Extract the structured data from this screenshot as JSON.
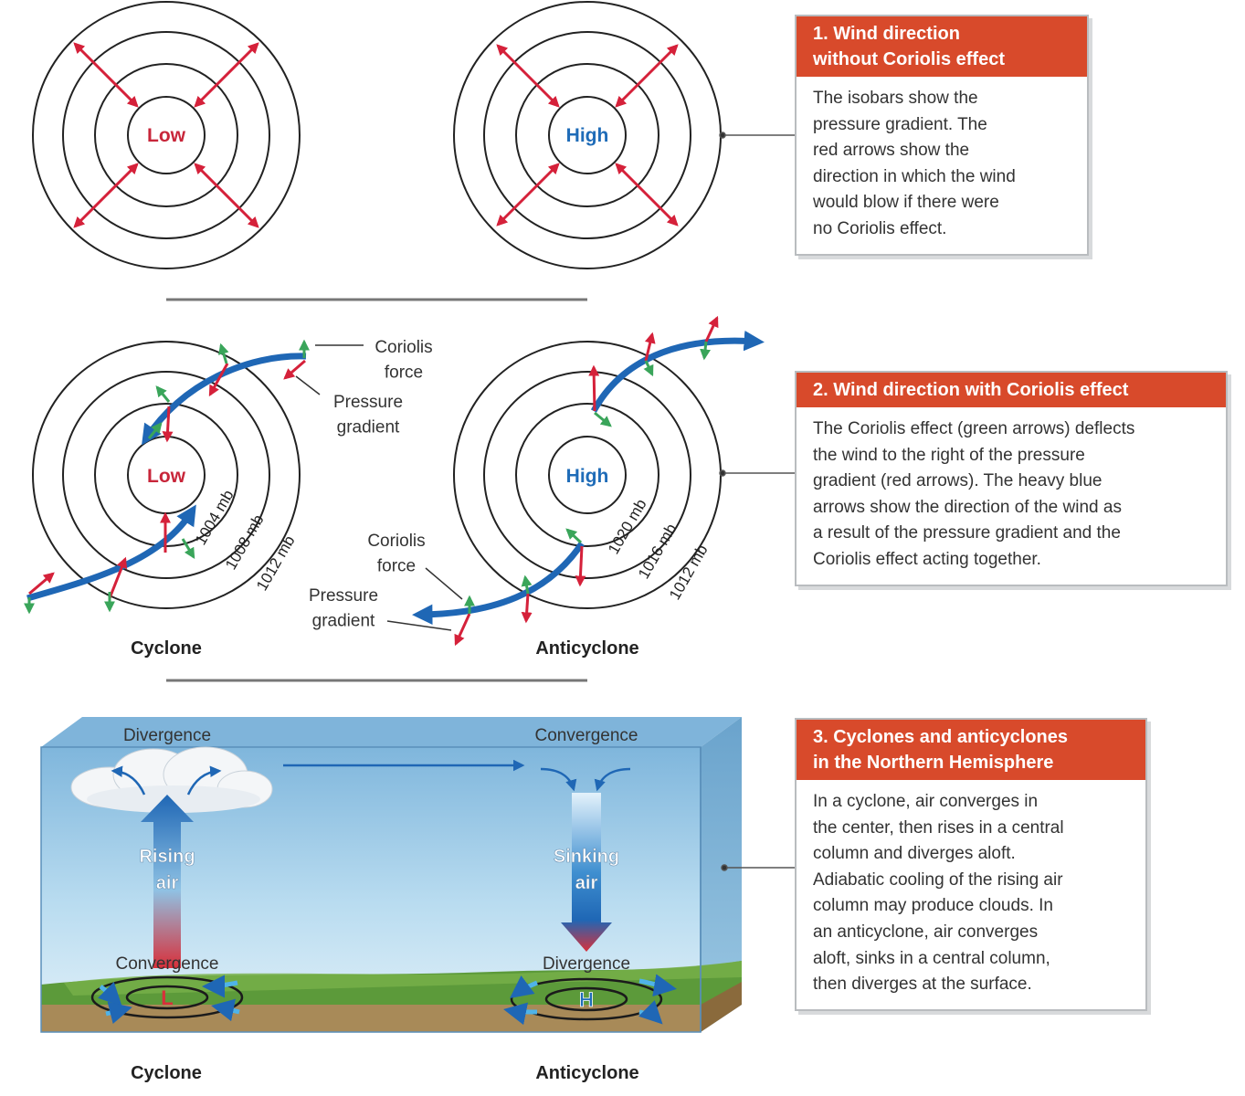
{
  "panels": [
    {
      "title": "1. Wind direction\nwithout Coriolis effect",
      "text": "The isobars show the\npressure gradient. The\nred arrows show the\ndirection in which the wind\nwould blow if there were\nno Coriolis effect."
    },
    {
      "title": "2. Wind direction with Coriolis effect",
      "text": "The Coriolis effect (green arrows) deflects\nthe wind to the right of the pressure\ngradient (red arrows). The heavy blue\narrows show the direction of the wind as\na result of the pressure gradient and the\nCoriolis effect acting together."
    },
    {
      "title": "3. Cyclones and anticyclones\nin the Northern Hemisphere",
      "text": "In a cyclone, air converges in\nthe center, then rises in a central\ncolumn and diverges aloft.\nAdiabatic cooling of the rising air\ncolumn may produce clouds. In\nan anticyclone, air converges\naloft, sinks in a central column,\nthen diverges at the surface."
    }
  ],
  "row1": {
    "low": "Low",
    "high": "High"
  },
  "row2": {
    "low": "Low",
    "high": "High",
    "coriolis_force": "Coriolis\nforce",
    "pressure_gradient": "Pressure\ngradient",
    "isobars_low": [
      "1004 mb",
      "1008 mb",
      "1012 mb"
    ],
    "isobars_high": [
      "1020 mb",
      "1016 mb",
      "1012 mb"
    ],
    "cyclone": "Cyclone",
    "anticyclone": "Anticyclone"
  },
  "row3": {
    "divergence_top": "Divergence",
    "convergence_top": "Convergence",
    "rising_air": "Rising\nair",
    "sinking_air": "Sinking\nair",
    "convergence_bottom": "Convergence",
    "divergence_bottom": "Divergence",
    "low_marker": "L",
    "high_marker": "H",
    "cyclone": "Cyclone",
    "anticyclone": "Anticyclone"
  },
  "colors": {
    "red": "#d5213a",
    "green": "#3aa55a",
    "blue": "#1f67b5",
    "panel_header": "#d84a2b",
    "low_text": "#c8263a",
    "high_text": "#1f6cb8"
  }
}
